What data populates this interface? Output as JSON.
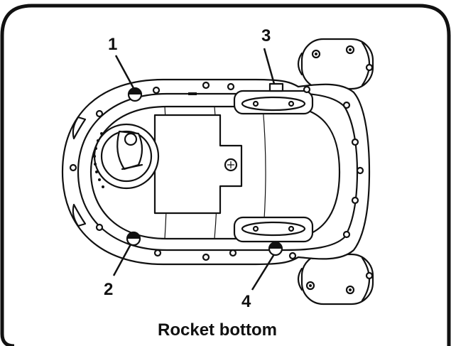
{
  "figure": {
    "caption": "Rocket bottom",
    "callouts": [
      "1",
      "2",
      "3",
      "4"
    ]
  },
  "colors": {
    "stroke": "#111111",
    "background": "#ffffff"
  }
}
